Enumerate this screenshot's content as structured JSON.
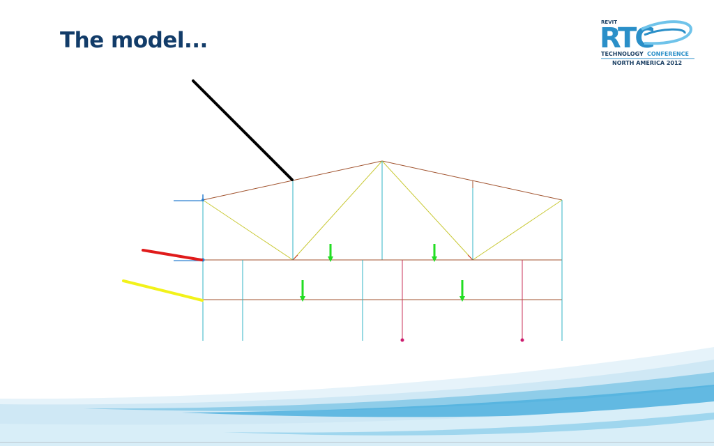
{
  "slide": {
    "title": "The model..."
  },
  "logo": {
    "revit": "REVIT",
    "rtc": "RTC",
    "technology": "TECHNOLOGY",
    "conference": "CONFERENCE",
    "region": "NORTH AMERICA 2012",
    "colors": {
      "blue": "#2a8fc8",
      "light_blue": "#6fc3ea",
      "dark": "#1b3f63"
    }
  },
  "diagram": {
    "colors": {
      "top_chord": "#a0522d",
      "web": "#c8c832",
      "post": "#2fb3c6",
      "beam": "#a0522d",
      "load_arrow": "#22dd22",
      "support_dot": "#cc1b6e",
      "pointer_black": "#000000",
      "pointer_red": "#e01b1b",
      "pointer_yellow": "#f2f21a"
    },
    "load_count": 4,
    "pointer_count": 3
  },
  "background": {
    "swoosh_colors": [
      "#cfe8f5",
      "#8fcde9",
      "#4fb0de"
    ]
  }
}
